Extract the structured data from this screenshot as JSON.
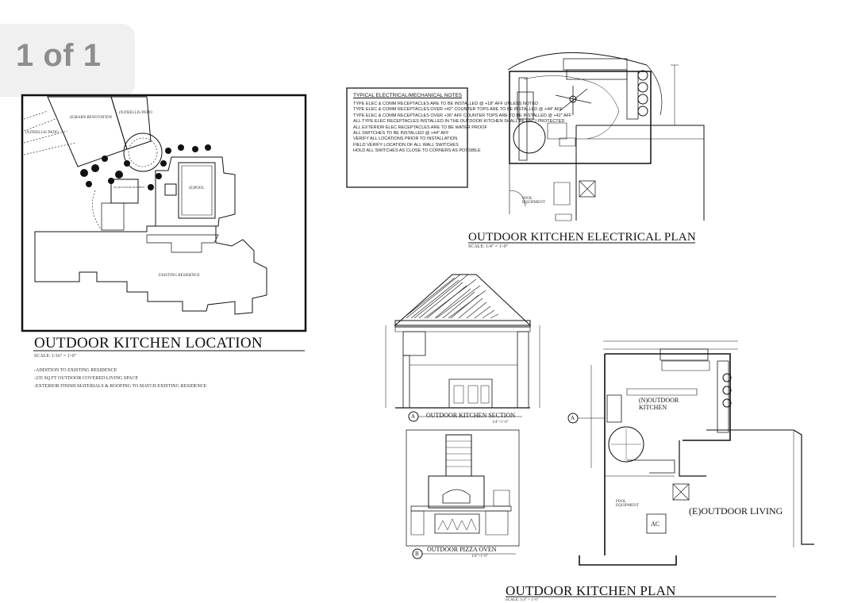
{
  "page_counter": "1 of 1",
  "location": {
    "title": "OUTDOOR KITCHEN LOCATION",
    "scale": "SCALE: 1/16\" = 1'-0\"",
    "notes": [
      "-ADDITION TO EXISTING RESIDENCE",
      "-235 SQ FT OUTDOOR COVERED LIVING SPACE",
      "-EXTERIOR FINISH MATERIALS & ROOFING TO MATCH EXISTING RESIDENCE"
    ],
    "labels": {
      "barn": "(E)BARN RENOVATION",
      "trellis_patio_1": "(N)TRELLIS PATIO",
      "trellis_patio_2": "(N)TRELLIS PATIO",
      "pool": "(E)POOL",
      "residence": "EXISTING RESIDENCE",
      "kitchen_small": "(N) OUTDOOR KITCHEN"
    }
  },
  "electrical_notes": {
    "title": "TYPICAL ELECTRICAL/MECHANICAL NOTES",
    "items": [
      "TYPE ELEC & COMM RECEPTACLES ARE TO BE INSTALLED @ +18\" AFF UNLESS NOTED",
      "TYPE ELEC & COMM RECEPTACLES OVER +42\" COUNTER TOPS ARE TO BE INSTALLED @ +44\" AFF",
      "TYPE ELEC & COMM RECEPTACLES OVER +36\" AFF COUNTER TOPS ARE TO BE INSTALLED @ +42\" AFF",
      "ALL TYPE ELEC RECEPTACLES INSTALLED IN THE OUTDOOR KITCHEN SHALL BE GFCI PROTECTED",
      "ALL EXTERIOR ELEC RECEPTACLES ARE TO BE WATER PROOF",
      "ALL SWITCHES TO BE INSTALLED @ +44\" AFF",
      "VERIFY ALL LOCATIONS PRIOR TO INSTALLATION",
      "FIELD VERIFY LOCATION OF ALL WALL SWITCHES",
      "HOLD ALL SWITCHES AS CLOSE TO CORNERS AS POSSIBLE"
    ]
  },
  "electrical_plan": {
    "title": "OUTDOOR KITCHEN ELECTRICAL PLAN",
    "scale": "SCALE: 1/4\" = 1'-0\"",
    "pool_equipment": "POOL EQUIPMENT"
  },
  "section": {
    "title": "OUTDOOR KITCHEN SECTION",
    "scale": "1/4\"=1'-0\"",
    "marker": "A"
  },
  "pizza_oven": {
    "title": "OUTDOOR PIZZA OVEN",
    "scale": "1/4\"=1'-0\"",
    "marker": "B"
  },
  "kitchen_plan": {
    "title": "OUTDOOR KITCHEN PLAN",
    "scale": "SCALE: 1/4\" = 1'-0\"",
    "outdoor_living": "(E)OUTDOOR LIVING",
    "outdoor_kitchen": "(N)OUTDOOR KITCHEN",
    "pool_equipment": "POOL EQUIPMENT",
    "ac": "AC",
    "marker": "A"
  }
}
